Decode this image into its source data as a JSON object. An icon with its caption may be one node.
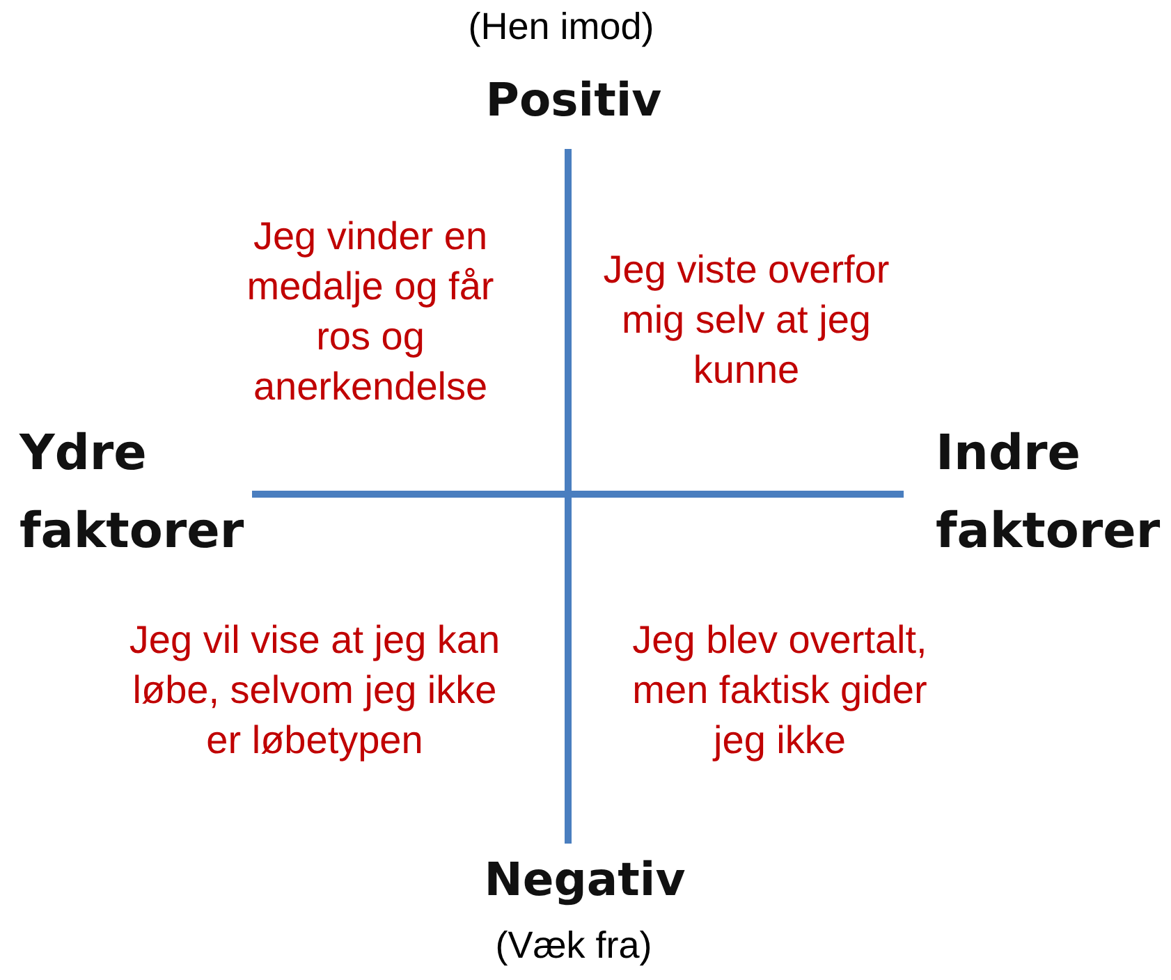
{
  "diagram": {
    "labels": [
      "(Hen imod)",
      "Positiv",
      "Jeg vinder en medalje og får ros og anerkendelse",
      "Jeg viste overfor mig selv at jeg kunne",
      "Ydre faktorer",
      "Indre faktorer",
      "Jeg vil vise at jeg kan løbe, selvom jeg ikke er løbetypen",
      "Jeg blev overtalt, men faktisk gider jeg ikke",
      "Negativ",
      "(Væk fra)"
    ]
  }
}
